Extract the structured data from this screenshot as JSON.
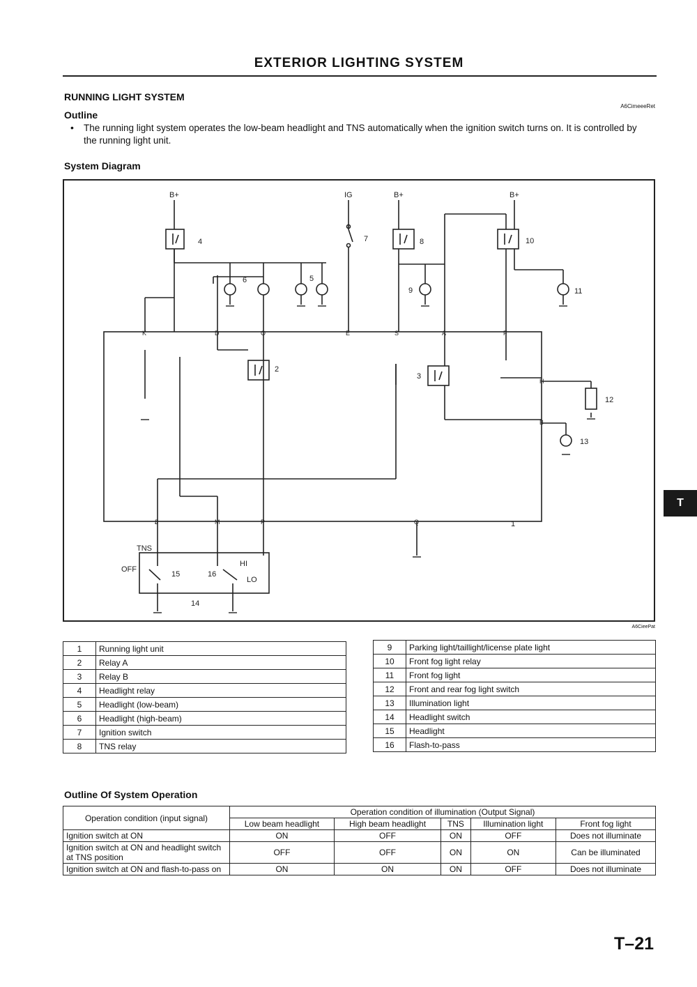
{
  "header": {
    "title": "EXTERIOR LIGHTING SYSTEM"
  },
  "section": {
    "title": "RUNNING LIGHT SYSTEM",
    "doc_code": "A6Ci​meeeRet",
    "outline_heading": "Outline",
    "outline_bullet": "•",
    "outline_text": "The running light system operates the low-beam headlight and TNS automatically when the ignition switch turns on. It is controlled by the running light unit.",
    "system_diagram_heading": "System Diagram",
    "figure_code": "A6Ci​eePat"
  },
  "diagram": {
    "supply_labels": [
      "B+",
      "IG",
      "B+",
      "B+"
    ],
    "callouts": [
      "1",
      "2",
      "3",
      "4",
      "5",
      "6",
      "7",
      "8",
      "9",
      "10",
      "11",
      "12",
      "13",
      "14",
      "15",
      "16"
    ],
    "terminals": [
      "K",
      "D",
      "O",
      "E",
      "S",
      "A",
      "F",
      "J",
      "I",
      "M",
      "P",
      "Q",
      "H",
      "B"
    ],
    "switch_labels": {
      "tns": "TNS",
      "off": "OFF",
      "hi": "HI",
      "lo": "LO"
    }
  },
  "legend_left": [
    {
      "num": "1",
      "name": "Running light unit"
    },
    {
      "num": "2",
      "name": "Relay A"
    },
    {
      "num": "3",
      "name": "Relay B"
    },
    {
      "num": "4",
      "name": "Headlight relay"
    },
    {
      "num": "5",
      "name": "Headlight (low-beam)"
    },
    {
      "num": "6",
      "name": "Headlight (high-beam)"
    },
    {
      "num": "7",
      "name": "Ignition switch"
    },
    {
      "num": "8",
      "name": "TNS relay"
    }
  ],
  "legend_right": [
    {
      "num": "9",
      "name": "Parking light/taillight/license plate light"
    },
    {
      "num": "10",
      "name": "Front fog light relay"
    },
    {
      "num": "11",
      "name": "Front fog light"
    },
    {
      "num": "12",
      "name": "Front and rear fog light switch"
    },
    {
      "num": "13",
      "name": "Illumination light"
    },
    {
      "num": "14",
      "name": "Headlight switch"
    },
    {
      "num": "15",
      "name": "Headlight"
    },
    {
      "num": "16",
      "name": "Flash-to-pass"
    }
  ],
  "operation": {
    "heading": "Outline Of System Operation",
    "input_header": "Operation condition (input signal)",
    "output_header": "Operation condition of illumination (Output Signal)",
    "columns": [
      "Low beam headlight",
      "High beam headlight",
      "TNS",
      "Illumination light",
      "Front fog light"
    ],
    "rows": [
      {
        "condition": "Ignition switch at ON",
        "values": [
          "ON",
          "OFF",
          "ON",
          "OFF",
          "Does not illuminate"
        ]
      },
      {
        "condition": "Ignition switch at ON and headlight switch at TNS position",
        "values": [
          "OFF",
          "OFF",
          "ON",
          "ON",
          "Can be illuminated"
        ]
      },
      {
        "condition": "Ignition switch at ON and flash-to-pass on",
        "values": [
          "ON",
          "ON",
          "ON",
          "OFF",
          "Does not illuminate"
        ]
      }
    ]
  },
  "side_tab": "T",
  "page_number": "T–21"
}
